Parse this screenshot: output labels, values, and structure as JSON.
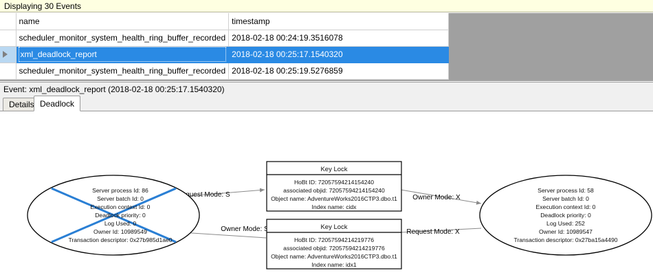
{
  "banner": {
    "text": "Displaying 30 Events"
  },
  "grid": {
    "columns": [
      "",
      "name",
      "timestamp"
    ],
    "rows": [
      {
        "selector": "",
        "name": "scheduler_monitor_system_health_ring_buffer_recorded",
        "timestamp": "2018-02-18 00:24:19.3516078",
        "selected": false
      },
      {
        "selector": "row-pointer",
        "name": "xml_deadlock_report",
        "timestamp": "2018-02-18 00:25:17.1540320",
        "selected": true
      },
      {
        "selector": "",
        "name": "scheduler_monitor_system_health_ring_buffer_recorded",
        "timestamp": "2018-02-18 00:25:19.5276859",
        "selected": false
      }
    ]
  },
  "event_caption": {
    "text": "Event: xml_deadlock_report (2018-02-18 00:25:17.1540320)"
  },
  "tabs": [
    {
      "label": "Details",
      "active": false
    },
    {
      "label": "Deadlock",
      "active": true
    }
  ],
  "colors": {
    "banner_bg": "#feffe1",
    "selection_blue": "#2a8ae4",
    "victim_cross": "#2a7fd4",
    "grid_empty_bg": "#a0a0a0",
    "node_stroke": "#000000",
    "edge_stroke": "#808080"
  },
  "deadlock_graph": {
    "processes": [
      {
        "id": "process-left",
        "victim": true,
        "lines": [
          "Server process Id: 86",
          "Server batch Id: 0",
          "Execution context Id: 0",
          "Deadlock priority: 0",
          "Log Used: 0",
          "Owner Id: 10989549",
          "Transaction descriptor: 0x27b985d1ae0"
        ]
      },
      {
        "id": "process-right",
        "victim": false,
        "lines": [
          "Server process Id: 58",
          "Server batch Id: 0",
          "Execution context Id: 0",
          "Deadlock priority: 0",
          "Log Used: 252",
          "Owner Id: 10989547",
          "Transaction descriptor: 0x27ba15a4490"
        ]
      }
    ],
    "resources": [
      {
        "id": "key-lock-top",
        "title": "Key Lock",
        "lines": [
          "HoBt ID: 72057594214154240",
          "associated objid: 72057594214154240",
          "Object name: AdventureWorks2016CTP3.dbo.t1",
          "Index name: cidx"
        ]
      },
      {
        "id": "key-lock-bottom",
        "title": "Key Lock",
        "lines": [
          "HoBt ID: 72057594214219776",
          "associated objid: 72057594214219776",
          "Object name: AdventureWorks2016CTP3.dbo.t1",
          "Index name: idx1"
        ]
      }
    ],
    "edges": [
      {
        "id": "edge-left-request",
        "label": "Request Mode: S",
        "from": "process-left",
        "to": "key-lock-top"
      },
      {
        "id": "edge-right-owner",
        "label": "Owner Mode: X",
        "from": "key-lock-top",
        "to": "process-right"
      },
      {
        "id": "edge-left-owner",
        "label": "Owner Mode: S",
        "from": "key-lock-bottom",
        "to": "process-left"
      },
      {
        "id": "edge-right-request",
        "label": "Request Mode: X",
        "from": "process-right",
        "to": "key-lock-bottom"
      }
    ]
  }
}
